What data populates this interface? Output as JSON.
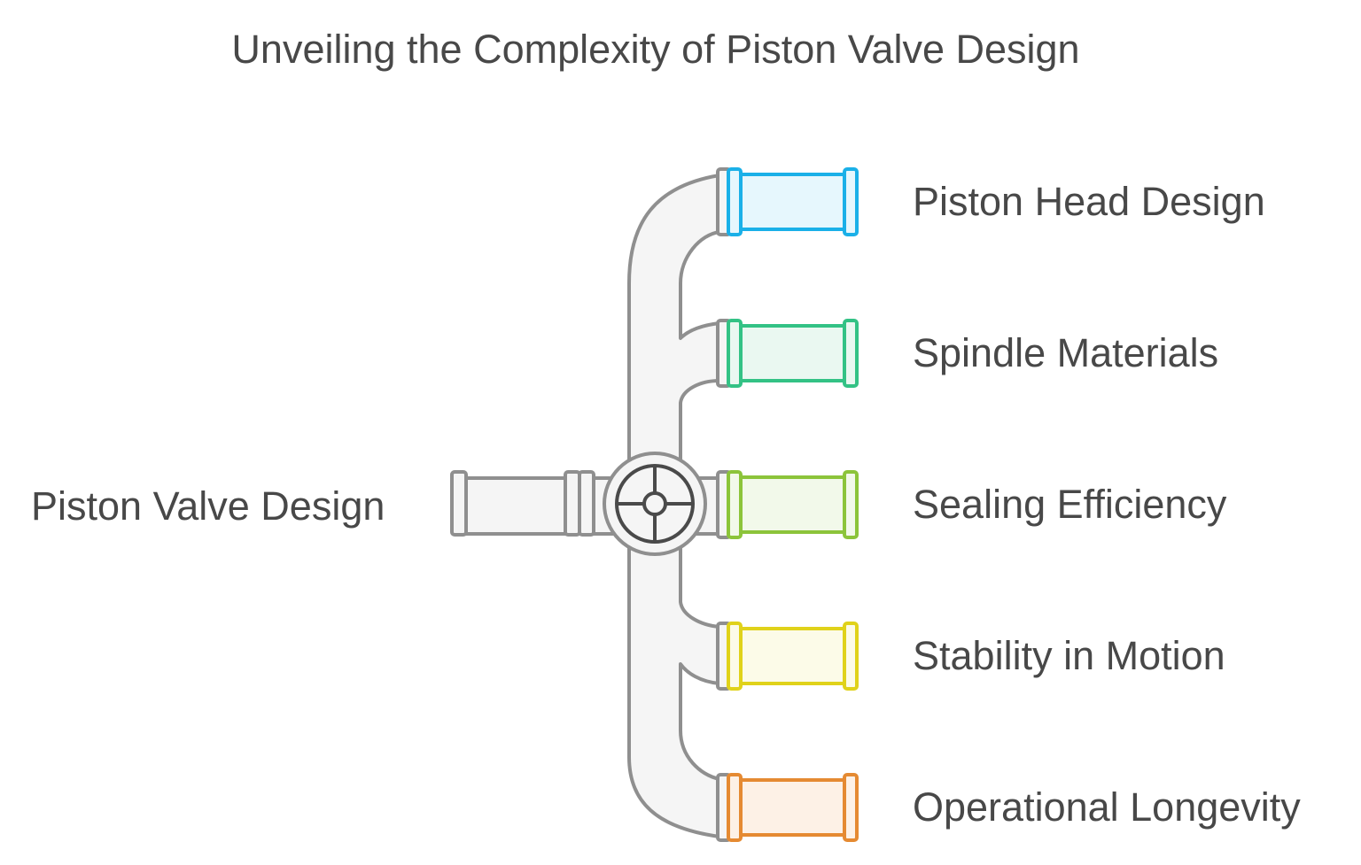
{
  "title": "Unveiling the Complexity of Piston Valve Design",
  "source": {
    "label": "Piston Valve Design",
    "icon": "valve-wheel-icon"
  },
  "branches": [
    {
      "label": "Piston Head Design",
      "color": "#1ab0e8",
      "fill": "#e6f7fd"
    },
    {
      "label": "Spindle Materials",
      "color": "#33c285",
      "fill": "#eaf8f1"
    },
    {
      "label": "Sealing Efficiency",
      "color": "#8cc43a",
      "fill": "#f2f9ea"
    },
    {
      "label": "Stability in Motion",
      "color": "#e0d21a",
      "fill": "#fcfbe8"
    },
    {
      "label": "Operational Longevity",
      "color": "#e58a32",
      "fill": "#fdf1e6"
    }
  ],
  "colors": {
    "pipe_fill": "#f5f5f5",
    "pipe_stroke": "#8f8f8f",
    "text": "#484848",
    "valve_stroke": "#4a4a4a"
  }
}
